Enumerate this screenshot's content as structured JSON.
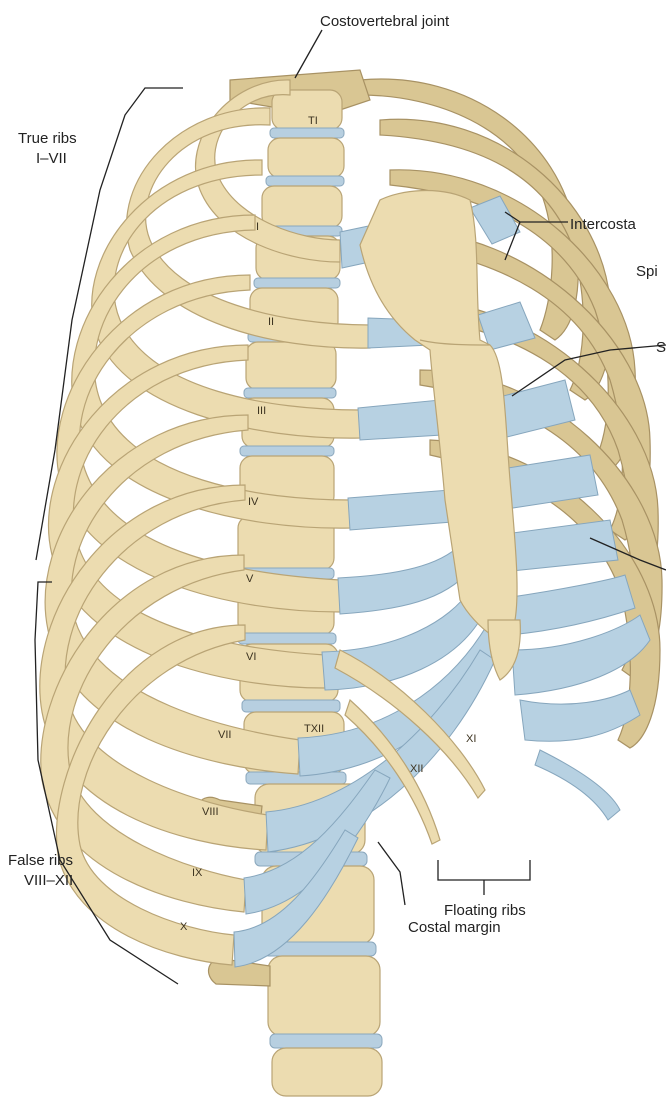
{
  "labels": {
    "costovertebral_joint": "Costovertebral joint",
    "true_ribs_line1": "True ribs",
    "true_ribs_line2": "I–VII",
    "intercostal_space": "Intercosta",
    "spinal_column": "Spi",
    "sternum": "S",
    "false_ribs_line1": "False ribs",
    "false_ribs_line2": "VIII–XII",
    "floating_ribs": "Floating ribs",
    "costal_margin": "Costal margin"
  },
  "rib_numerals": [
    "I",
    "II",
    "III",
    "IV",
    "V",
    "VI",
    "VII",
    "VIII",
    "IX",
    "X",
    "XI",
    "XII"
  ],
  "vertebra_labels": {
    "t1": "TI",
    "t12": "TXII"
  },
  "colors": {
    "bone": "#ecdcb0",
    "bone_outline": "#b9a475",
    "cartilage": "#b7d1e2",
    "background": "#ffffff",
    "label_text": "#222222"
  }
}
